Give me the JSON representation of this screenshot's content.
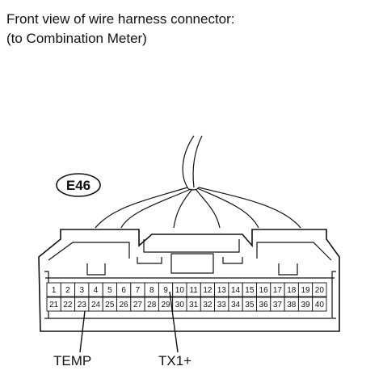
{
  "title": {
    "line1": "Front view of wire harness connector:",
    "line2": "(to Combination Meter)"
  },
  "connector": {
    "code": "E46",
    "row1": [
      "1",
      "2",
      "3",
      "4",
      "5",
      "6",
      "7",
      "8",
      "9",
      "10",
      "11",
      "12",
      "13",
      "14",
      "15",
      "16",
      "17",
      "18",
      "19",
      "20"
    ],
    "row2": [
      "21",
      "22",
      "23",
      "24",
      "25",
      "26",
      "27",
      "28",
      "29",
      "30",
      "31",
      "32",
      "33",
      "34",
      "35",
      "36",
      "37",
      "38",
      "39",
      "40"
    ]
  },
  "callouts": [
    {
      "label": "TEMP",
      "pin": "23"
    },
    {
      "label": "TX1+",
      "pin": "9"
    }
  ]
}
